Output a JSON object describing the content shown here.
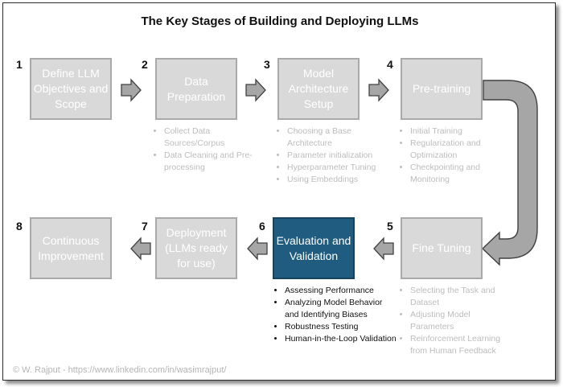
{
  "title": "The Key Stages of Building and Deploying LLMs",
  "stages": [
    {
      "num": "1",
      "label": "Define LLM Objectives and Scope"
    },
    {
      "num": "2",
      "label": "Data Preparation"
    },
    {
      "num": "3",
      "label": "Model Architecture Setup"
    },
    {
      "num": "4",
      "label": "Pre-training"
    },
    {
      "num": "5",
      "label": "Fine Tuning"
    },
    {
      "num": "6",
      "label": "Evaluation and Validation"
    },
    {
      "num": "7",
      "label": "Deployment (LLMs ready for use)"
    },
    {
      "num": "8",
      "label": "Continuous Improvement"
    }
  ],
  "details": {
    "data_preparation": [
      "Collect Data Sources/Corpus",
      "Data Cleaning and Pre-processing"
    ],
    "model_architecture": [
      "Choosing a Base Architecture",
      "Parameter initialization",
      "Hyperparameter Tuning",
      "Using Embeddings"
    ],
    "pre_training": [
      "Initial Training",
      "Regularization and Optimization",
      "Checkpointing and Monitoring"
    ],
    "evaluation": [
      "Assessing Performance",
      "Analyzing Model Behavior and Identifying Biases",
      "Robustness Testing",
      "Human-in-the-Loop Validation"
    ],
    "fine_tuning": [
      "Selecting the Task and Dataset",
      "Adjusting Model Parameters",
      "Reinforcement Learning from Human Feedback"
    ]
  },
  "credit": "© W. Rajput  - https://www.linkedin.com/in/wasimrajput/",
  "colors": {
    "box_fill": "#d9d9d9",
    "box_border": "#a9a9a9",
    "active_fill": "#205c7f",
    "arrow_fill": "#a6a6a6",
    "arrow_stroke": "#404040"
  }
}
